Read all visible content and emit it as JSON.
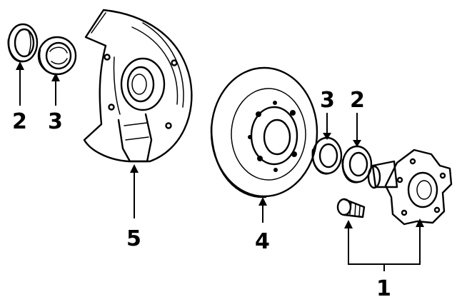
{
  "callouts": {
    "c1": "1",
    "c2_left": "2",
    "c3_left": "3",
    "c2_right": "2",
    "c3_right": "3",
    "c4": "4",
    "c5": "5"
  },
  "colors": {
    "ink": "#000000",
    "background": "#ffffff"
  }
}
